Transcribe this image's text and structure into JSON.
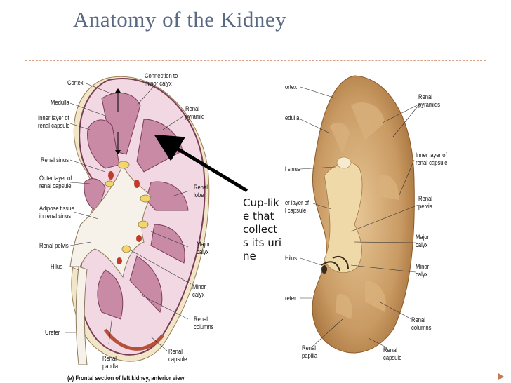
{
  "slide": {
    "title": "Anatomy of the Kidney",
    "callout": "Cup-like that collects its urine"
  },
  "left_diagram": {
    "labels": {
      "cortex": "Cortex",
      "connection": "Connection to\nminor calyx",
      "medulla": "Medulla",
      "renal_pyramid": "Renal\npyramid",
      "inner_capsule": "Inner layer of\nrenal capsule",
      "renal_sinus": "Renal sinus",
      "outer_capsule": "Outer layer of\nrenal capsule",
      "renal_lobe": "Renal\nlobe",
      "adipose": "Adipose tissue\nin renal sinus",
      "renal_pelvis": "Renal pelvis",
      "major_calyx": "Major\ncalyx",
      "hilus": "Hilus",
      "minor_calyx": "Minor\ncalyx",
      "renal_columns": "Renal\ncolumns",
      "ureter": "Ureter",
      "renal_papilla": "Renal\npapilla",
      "renal_capsule": "Renal\ncapsule"
    },
    "caption": "(a) Frontal section of left kidney, anterior view"
  },
  "right_photo": {
    "labels": {
      "cortex": "ortex",
      "renal_pyramids": "Renal\npyramids",
      "medulla": "edulla",
      "inner_capsule": "Inner layer of\nrenal capsule",
      "sinus": "l sinus",
      "renal_pelvis": "Renal\npelvis",
      "outer_capsule": "er layer of\nl capsule",
      "major_calyx": "Major\ncalyx",
      "hilus": "Hilus",
      "minor_calyx": "Minor\ncalyx",
      "ureter": "reter",
      "renal_columns": "Renal\ncolumns",
      "renal_papilla": "Renal\npapilla",
      "renal_capsule": "Renal\ncapsule"
    }
  },
  "colors": {
    "title": "#5a6a82",
    "cortex": "#f2d8e2",
    "medulla": "#c98aa6",
    "photo_tissue": "#c99a63",
    "divider": "#d9a38a"
  }
}
